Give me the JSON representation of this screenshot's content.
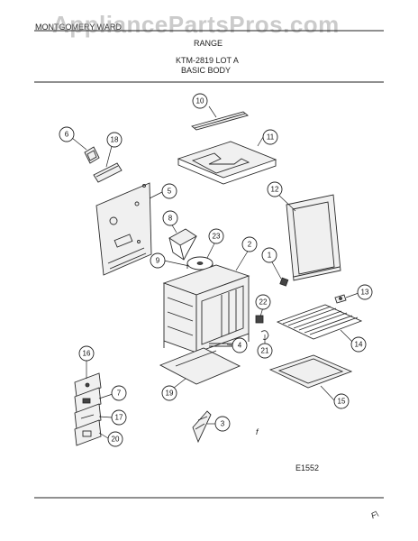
{
  "header": {
    "brand_text": "MONTGOMERY WARD",
    "watermark": "AppliancePartsPros.com",
    "product": "RANGE",
    "model": "KTM-2819 LOT A",
    "section": "BASIC BODY"
  },
  "callouts": [
    "10",
    "6",
    "18",
    "11",
    "5",
    "12",
    "8",
    "2",
    "23",
    "1",
    "9",
    "13",
    "22",
    "14",
    "21",
    "4",
    "16",
    "7",
    "19",
    "17",
    "15",
    "3",
    "20"
  ],
  "footer": {
    "figure_code": "E1552",
    "stray_mark": "f",
    "corner_mark": "F\\"
  },
  "colors": {
    "ink": "#1e1e1e",
    "watermark": "#a0a0a0",
    "background": "#ffffff"
  }
}
